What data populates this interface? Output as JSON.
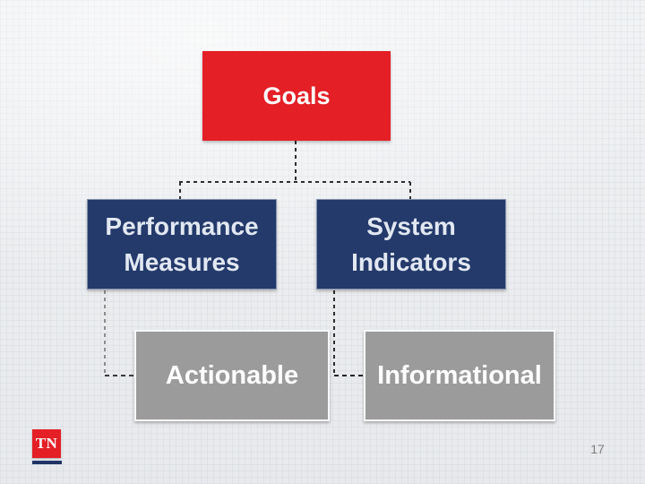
{
  "slide": {
    "type": "presentation-slide",
    "page_number": "17",
    "background_color": "#edeff1"
  },
  "diagram": {
    "goals": {
      "label": "Goals",
      "color": "#e41f26",
      "text_color": "#ffffff"
    },
    "performance_measures": {
      "line1": "Performance",
      "line2": "Measures",
      "color": "#243a6b",
      "text_color": "#e2e8f2"
    },
    "system_indicators": {
      "line1": "System",
      "line2": "Indicators",
      "color": "#243a6b",
      "text_color": "#e2e8f2"
    },
    "actionable": {
      "label": "Actionable",
      "color": "#9b9b9b",
      "text_color": "#fdfdfd"
    },
    "informational": {
      "label": "Informational",
      "color": "#9b9b9b",
      "text_color": "#fdfdfd"
    },
    "connector_colors": {
      "upper": "#2e2e2e",
      "lower_left_stem": "#8c8c8c",
      "lower_elbows": "#262626"
    },
    "connector_style": "dashed"
  },
  "footer": {
    "logo_text": "TN",
    "logo_bg": "#e41f26",
    "logo_bar_color": "#1f3566",
    "page_number": "17",
    "page_number_color": "#7f7f7f"
  }
}
